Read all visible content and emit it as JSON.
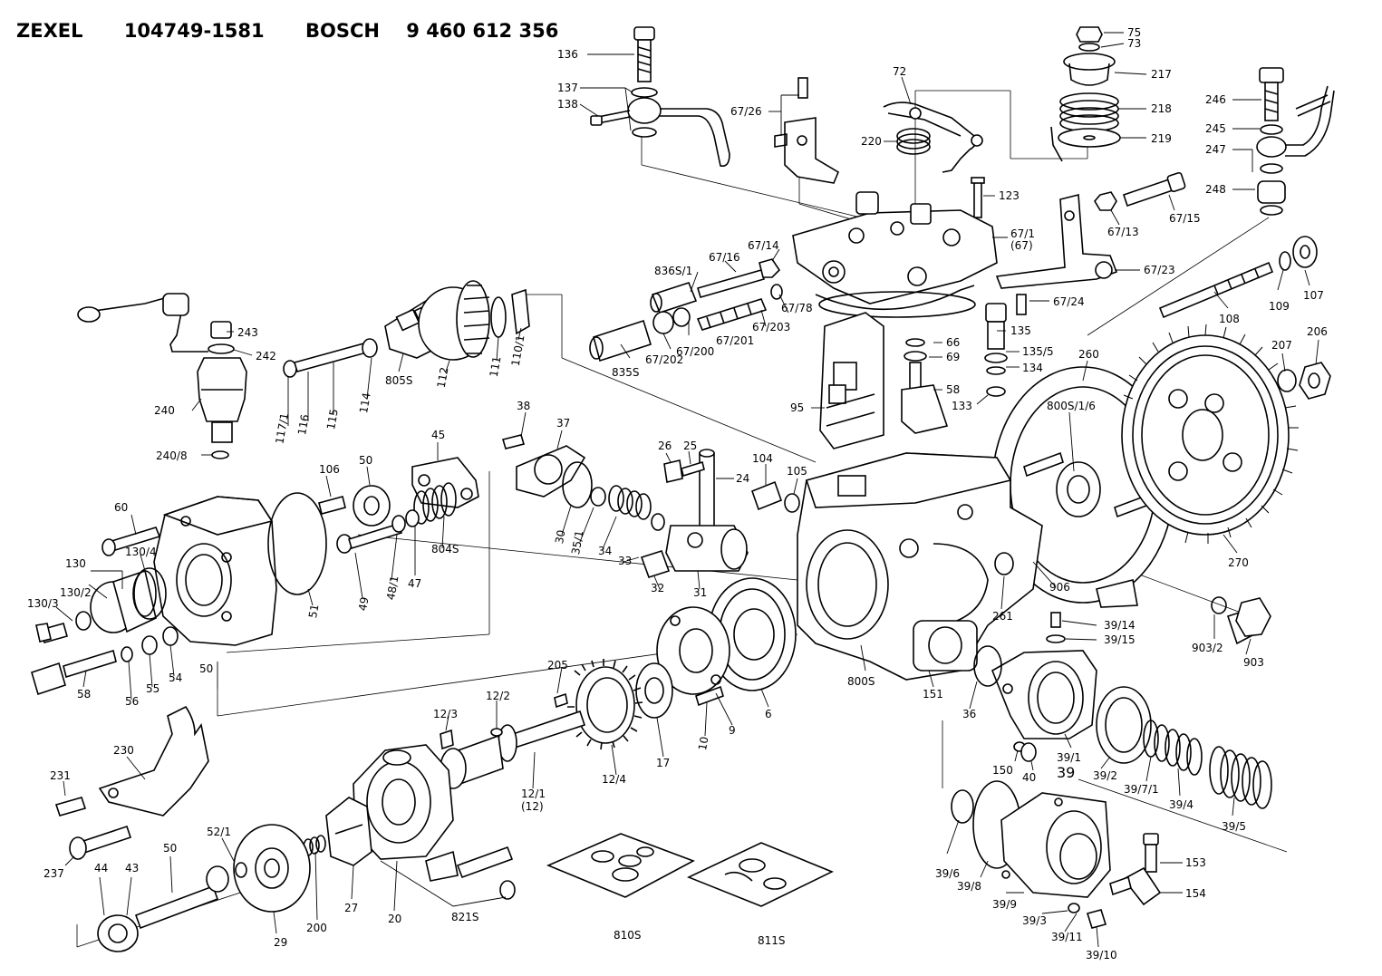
{
  "header": {
    "brand1": "ZEXEL",
    "part1": "104749-1581",
    "brand2": "BOSCH",
    "part2": "9 460 612 356"
  },
  "labels": {
    "l136": "136",
    "l137": "137",
    "l138": "138",
    "l6726": "67/26",
    "l72": "72",
    "l220": "220",
    "l75": "75",
    "l73": "73",
    "l217": "217",
    "l218": "218",
    "l219": "219",
    "l246": "246",
    "l245": "245",
    "l247": "247",
    "l248": "248",
    "l123": "123",
    "l6713": "67/13",
    "l6715": "67/15",
    "l671": "67/1",
    "l67": "(67)",
    "l6714": "67/14",
    "l6716": "67/16",
    "l8365": "836S/1",
    "l6723": "67/23",
    "l6724": "67/24",
    "l6778": "67/78",
    "l67203": "67/203",
    "l67201": "67/201",
    "l67200": "67/200",
    "l67202": "67/202",
    "l835s": "835S",
    "l243": "243",
    "l242": "242",
    "l240": "240",
    "l2408": "240/8",
    "l1171": "117/1",
    "l116": "116",
    "l115": "115",
    "l114": "114",
    "l805s": "805S",
    "l112": "112",
    "l111": "111",
    "l1101": "110/1",
    "l66": "66",
    "l69": "69",
    "l58a": "58",
    "l95": "95",
    "l135": "135",
    "l1355": "135/5",
    "l134": "134",
    "l133": "133",
    "l260": "260",
    "l800s16": "800S/1/6",
    "l108": "108",
    "l109": "109",
    "l107": "107",
    "l207": "207",
    "l206": "206",
    "l270": "270",
    "l38": "38",
    "l37": "37",
    "l26": "26",
    "l25": "25",
    "l24": "24",
    "l104": "104",
    "l105": "105",
    "l106": "106",
    "l50a": "50",
    "l45": "45",
    "l60": "60",
    "l130": "130",
    "l1304": "130/4",
    "l1302": "130/2",
    "l1303": "130/3",
    "l51": "51",
    "l49": "49",
    "l481": "48/1",
    "l47": "47",
    "l804s": "804S",
    "l30": "30",
    "l351": "35/1",
    "l34": "34",
    "l33": "33",
    "l32": "32",
    "l31": "31",
    "l58b": "58",
    "l56": "56",
    "l55": "55",
    "l54": "54",
    "l50b": "50",
    "l205": "205",
    "l123b": "12/3",
    "l122": "12/2",
    "l124": "12/4",
    "l121": "12/1",
    "l12": "(12)",
    "l17": "17",
    "l10": "10",
    "l9": "9",
    "l6": "6",
    "l800s": "800S",
    "l151": "151",
    "l36": "36",
    "l261": "261",
    "l906": "906",
    "l9032": "903/2",
    "l903": "903",
    "l3914": "39/14",
    "l3915": "39/15",
    "l150": "150",
    "l40": "40",
    "l391": "39/1",
    "l39": "39",
    "l392": "39/2",
    "l3971": "39/7/1",
    "l394": "39/4",
    "l395": "39/5",
    "l231": "231",
    "l230": "230",
    "l237": "237",
    "l44": "44",
    "l43": "43",
    "l50c": "50",
    "l521": "52/1",
    "l29": "29",
    "l200": "200",
    "l27": "27",
    "l20": "20",
    "l821s": "821S",
    "l810s": "810S",
    "l811s": "811S",
    "l396": "39/6",
    "l398": "39/8",
    "l399": "39/9",
    "l393": "39/3",
    "l3911": "39/11",
    "l3910": "39/10",
    "l153": "153",
    "l154": "154"
  }
}
